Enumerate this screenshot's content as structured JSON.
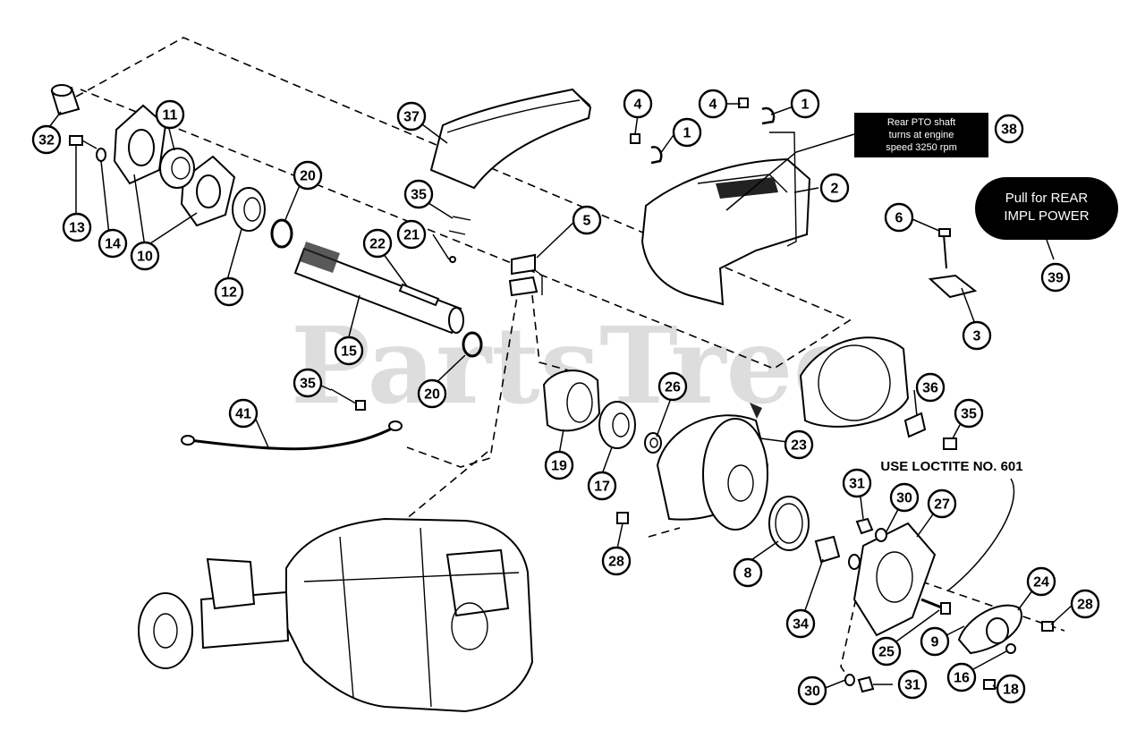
{
  "watermark": "PartsTree",
  "decal_38": {
    "lines": [
      "Rear PTO shaft",
      "turns at engine",
      "speed 3250 rpm"
    ]
  },
  "decal_39": {
    "lines": [
      "Pull for REAR",
      "IMPL POWER"
    ]
  },
  "note": "USE LOCTITE NO. 601",
  "callouts": [
    {
      "id": "32",
      "label": "32"
    },
    {
      "id": "11",
      "label": "11"
    },
    {
      "id": "13",
      "label": "13"
    },
    {
      "id": "14",
      "label": "14"
    },
    {
      "id": "10",
      "label": "10"
    },
    {
      "id": "12",
      "label": "12"
    },
    {
      "id": "20a",
      "label": "20"
    },
    {
      "id": "22",
      "label": "22"
    },
    {
      "id": "15",
      "label": "15"
    },
    {
      "id": "20b",
      "label": "20"
    },
    {
      "id": "21",
      "label": "21"
    },
    {
      "id": "35a",
      "label": "35"
    },
    {
      "id": "37",
      "label": "37"
    },
    {
      "id": "5",
      "label": "5"
    },
    {
      "id": "35b",
      "label": "35"
    },
    {
      "id": "41",
      "label": "41"
    },
    {
      "id": "4a",
      "label": "4"
    },
    {
      "id": "1a",
      "label": "1"
    },
    {
      "id": "4b",
      "label": "4"
    },
    {
      "id": "1b",
      "label": "1"
    },
    {
      "id": "38",
      "label": "38"
    },
    {
      "id": "2",
      "label": "2"
    },
    {
      "id": "6",
      "label": "6"
    },
    {
      "id": "39",
      "label": "39"
    },
    {
      "id": "3",
      "label": "3"
    },
    {
      "id": "19",
      "label": "19"
    },
    {
      "id": "17",
      "label": "17"
    },
    {
      "id": "26",
      "label": "26"
    },
    {
      "id": "23",
      "label": "23"
    },
    {
      "id": "36",
      "label": "36"
    },
    {
      "id": "35c",
      "label": "35"
    },
    {
      "id": "28a",
      "label": "28"
    },
    {
      "id": "8",
      "label": "8"
    },
    {
      "id": "31a",
      "label": "31"
    },
    {
      "id": "30a",
      "label": "30"
    },
    {
      "id": "27",
      "label": "27"
    },
    {
      "id": "34",
      "label": "34"
    },
    {
      "id": "25",
      "label": "25"
    },
    {
      "id": "9",
      "label": "9"
    },
    {
      "id": "24",
      "label": "24"
    },
    {
      "id": "28b",
      "label": "28"
    },
    {
      "id": "16",
      "label": "16"
    },
    {
      "id": "30b",
      "label": "30"
    },
    {
      "id": "31b",
      "label": "31"
    },
    {
      "id": "18",
      "label": "18"
    }
  ]
}
